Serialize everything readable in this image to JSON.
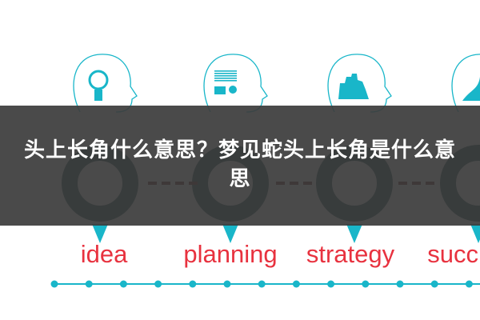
{
  "colors": {
    "accent": "#19b6c9",
    "ring": "#0d3a42",
    "dash": "#5a0a0a",
    "label": "#e8323f",
    "banner": "#3c3c3c"
  },
  "title": "头上长角什么意思？梦见蛇头上长角是什么意思",
  "stages": [
    {
      "label": "idea",
      "icon": "lightbulb-icon"
    },
    {
      "label": "planning",
      "icon": "document-chart-icon"
    },
    {
      "label": "strategy",
      "icon": "chess-pieces-icon"
    },
    {
      "label": "succ",
      "icon": "hand-icon"
    }
  ]
}
